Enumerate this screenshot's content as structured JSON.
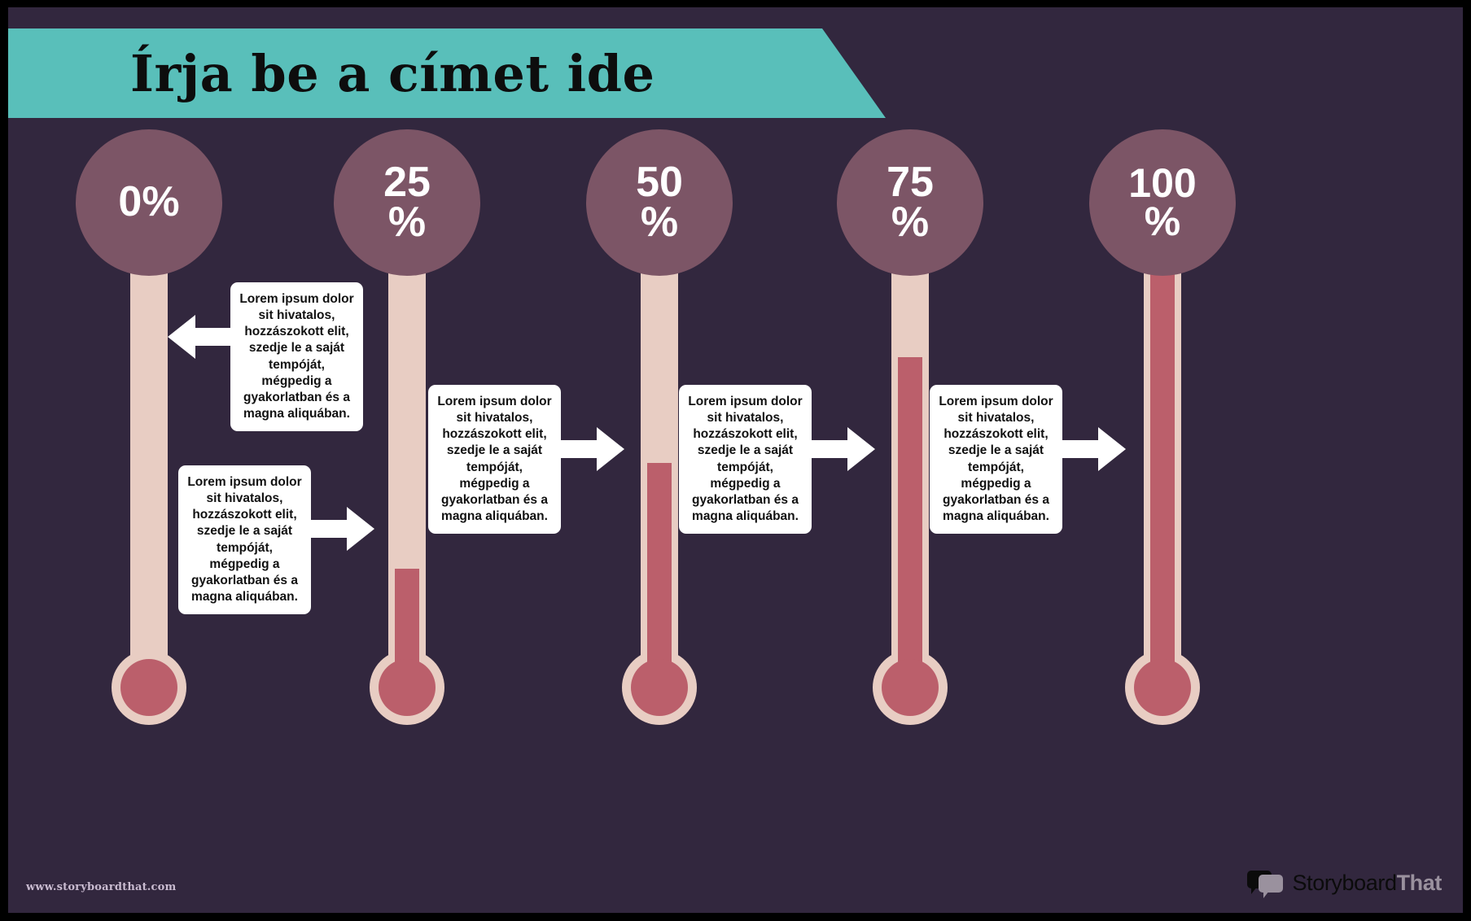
{
  "title": "Írja be a címet ide",
  "colors": {
    "background": "#32273E",
    "banner": "#59BFBA",
    "circle": "#7C5566",
    "tube": "#E8CDC3",
    "mercury": "#BB5F6B",
    "callout": "#FFFFFF",
    "text_dark": "#111111"
  },
  "body_text": "Lorem ipsum dolor sit hivatalos, hozzászokott elit, szedje le a saját tempóját, mégpedig a gyakorlatban és a magna aliquában.",
  "thermometers": [
    {
      "label": "0%",
      "percent": 0
    },
    {
      "label": "25 %",
      "percent": 25
    },
    {
      "label": "50 %",
      "percent": 50
    },
    {
      "label": "75 %",
      "percent": 75
    },
    {
      "label": "100 %",
      "percent": 100
    }
  ],
  "callouts": [
    {
      "id": 1,
      "text": "Lorem ipsum dolor sit hivatalos, hozzászokott elit, szedje le a saját tempóját, mégpedig a gyakorlatban és a magna aliquában.",
      "arrow": "left"
    },
    {
      "id": 2,
      "text": "Lorem ipsum dolor sit hivatalos, hozzászokott elit, szedje le a saját tempóját, mégpedig a gyakorlatban és a magna aliquában.",
      "arrow": "right"
    },
    {
      "id": 3,
      "text": "Lorem ipsum dolor sit hivatalos, hozzászokott elit, szedje le a saját tempóját, mégpedig a gyakorlatban és a magna aliquában.",
      "arrow": "right"
    },
    {
      "id": 4,
      "text": "Lorem ipsum dolor sit hivatalos, hozzászokott elit, szedje le a saját tempóját, mégpedig a gyakorlatban és a magna aliquában.",
      "arrow": "right"
    },
    {
      "id": 5,
      "text": "Lorem ipsum dolor sit hivatalos, hozzászokott elit, szedje le a saját tempóját, mégpedig a gyakorlatban és a magna aliquában.",
      "arrow": "right"
    }
  ],
  "footer": {
    "url": "www.storyboardthat.com",
    "logo_part1": "Storyboard",
    "logo_part2": "That"
  },
  "chart_data": {
    "type": "bar",
    "title": "Írja be a címet ide",
    "categories": [
      "0%",
      "25 %",
      "50 %",
      "75 %",
      "100 %"
    ],
    "values": [
      0,
      25,
      50,
      75,
      100
    ],
    "xlabel": "",
    "ylabel": "",
    "ylim": [
      0,
      100
    ]
  }
}
